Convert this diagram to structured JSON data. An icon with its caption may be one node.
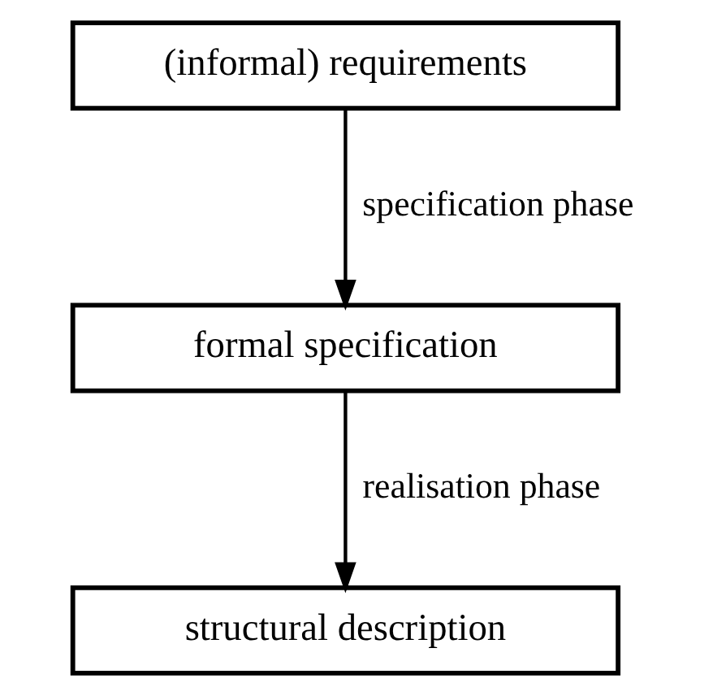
{
  "diagram": {
    "nodes": [
      {
        "text": [
          "(informal) requirements"
        ]
      },
      {
        "text": [
          "formal specification"
        ]
      },
      {
        "text": [
          "structural description"
        ]
      }
    ],
    "edges": [
      {
        "from": 0,
        "to": 1,
        "arrow": "to",
        "label": "specification phase"
      },
      {
        "from": 1,
        "to": 2,
        "arrow": "to",
        "label": "realisation phase"
      }
    ]
  }
}
